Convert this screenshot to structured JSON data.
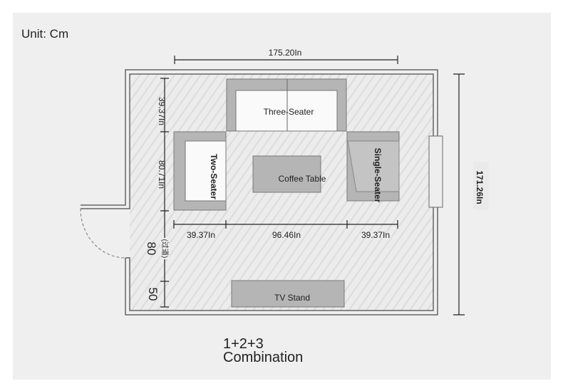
{
  "unit_label": "Unit: Cm",
  "combination": {
    "line1": "1+2+3",
    "line2": "Combination"
  },
  "furniture": {
    "three_seater": "Three-Seater",
    "two_seater": "Two-Seater",
    "single_seater": "Single-Seater",
    "coffee_table": "Coffee Table",
    "tv_stand": "TV Stand"
  },
  "dimensions": {
    "top_width": "175.20In",
    "right_height": "171.26In",
    "left_top": "39.37In",
    "left_mid": "80.71In",
    "bottom_left": "39.37In",
    "bottom_mid": "96.46In",
    "bottom_right": "39.37In",
    "aisle_label": "(过道)",
    "aisle_value": "80",
    "tv_gap": "50"
  },
  "colors": {
    "furniture": "#b5b5b5",
    "cushion": "#fafafa",
    "wall": "#666666",
    "floor": "#e8e8e8"
  }
}
